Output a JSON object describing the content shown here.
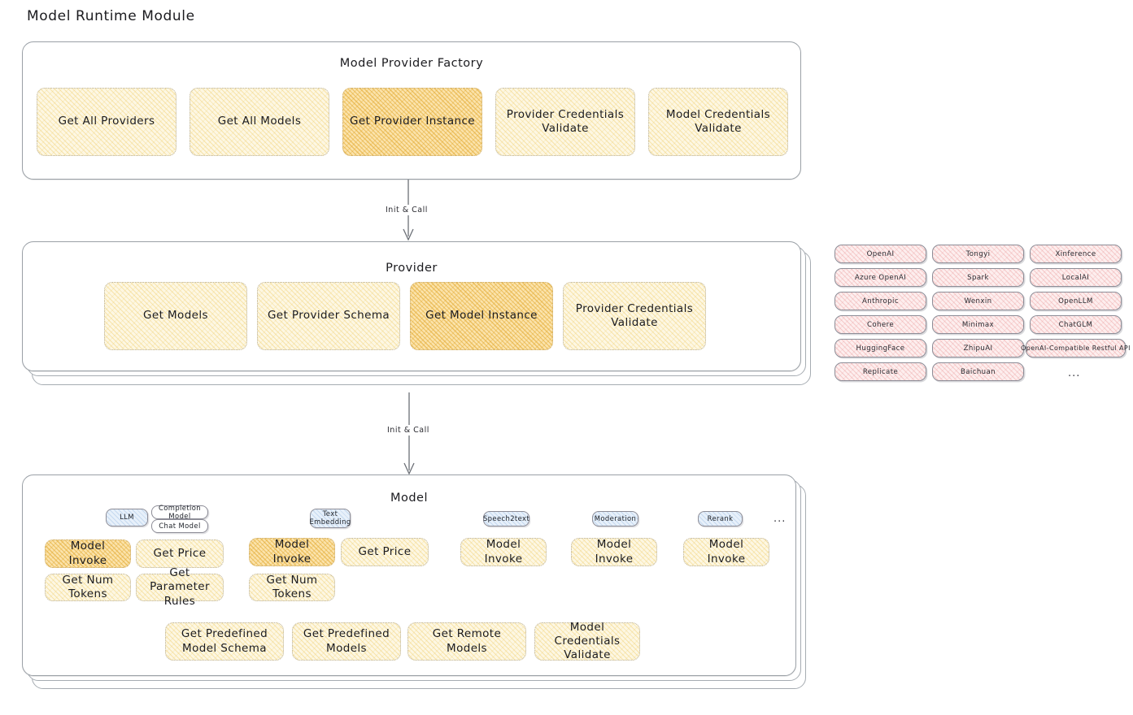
{
  "page": {
    "title": "Model Runtime Module"
  },
  "colors": {
    "hatch_fill": "#fdf7e3",
    "hatch_accent": "#eec95d",
    "hatch_highlight_fill": "#fbe3ab",
    "hatch_highlight_accent": "#e2a82c",
    "chip_fill": "#fdeeee",
    "chip_accent": "#e27878",
    "tag_fill": "#e7f0fa",
    "panel_border": "#9aa0a6",
    "text": "#1b1b1f"
  },
  "factory": {
    "title": "Model Provider Factory",
    "boxes": [
      {
        "label": "Get All Providers",
        "highlight": false
      },
      {
        "label": "Get All Models",
        "highlight": false
      },
      {
        "label": "Get Provider Instance",
        "highlight": true
      },
      {
        "label": "Provider Credentials Validate",
        "highlight": false
      },
      {
        "label": "Model Credentials Validate",
        "highlight": false
      }
    ]
  },
  "arrows": [
    {
      "label": "Init & Call",
      "from": "Model Provider Factory",
      "to": "Provider"
    },
    {
      "label": "Init & Call",
      "from": "Provider",
      "to": "Model"
    }
  ],
  "provider": {
    "title": "Provider",
    "boxes": [
      {
        "label": "Get Models",
        "highlight": false
      },
      {
        "label": "Get Provider Schema",
        "highlight": false
      },
      {
        "label": "Get Model Instance",
        "highlight": true
      },
      {
        "label": "Provider Credentials Validate",
        "highlight": false
      }
    ]
  },
  "provider_list": {
    "columns": [
      [
        "OpenAI",
        "Azure OpenAI",
        "Anthropic",
        "Cohere",
        "HuggingFace",
        "Replicate"
      ],
      [
        "Tongyi",
        "Spark",
        "Wenxin",
        "Minimax",
        "ZhipuAI",
        "Baichuan"
      ],
      [
        "Xinference",
        "LocalAI",
        "OpenLLM",
        "ChatGLM",
        "OpenAI-Compatible Restful API"
      ]
    ],
    "more": "..."
  },
  "model": {
    "title": "Model",
    "more": "...",
    "types": [
      {
        "tag": "LLM",
        "subtags": [
          "Completion Model",
          "Chat Model"
        ],
        "methods": [
          {
            "label": "Model Invoke",
            "highlight": true
          },
          {
            "label": "Get Price",
            "highlight": false
          },
          {
            "label": "Get Num Tokens",
            "highlight": false
          },
          {
            "label": "Get Parameter Rules",
            "highlight": false
          }
        ]
      },
      {
        "tag": "Text Embedding",
        "subtags": [],
        "methods": [
          {
            "label": "Model Invoke",
            "highlight": true
          },
          {
            "label": "Get Price",
            "highlight": false
          },
          {
            "label": "Get Num Tokens",
            "highlight": false
          }
        ]
      },
      {
        "tag": "Speech2text",
        "subtags": [],
        "methods": [
          {
            "label": "Model Invoke",
            "highlight": false
          }
        ]
      },
      {
        "tag": "Moderation",
        "subtags": [],
        "methods": [
          {
            "label": "Model Invoke",
            "highlight": false
          }
        ]
      },
      {
        "tag": "Rerank",
        "subtags": [],
        "methods": [
          {
            "label": "Model Invoke",
            "highlight": false
          }
        ]
      }
    ],
    "shared_methods": [
      "Get Predefined Model Schema",
      "Get Predefined Models",
      "Get Remote Models",
      "Model Credentials Validate"
    ]
  }
}
